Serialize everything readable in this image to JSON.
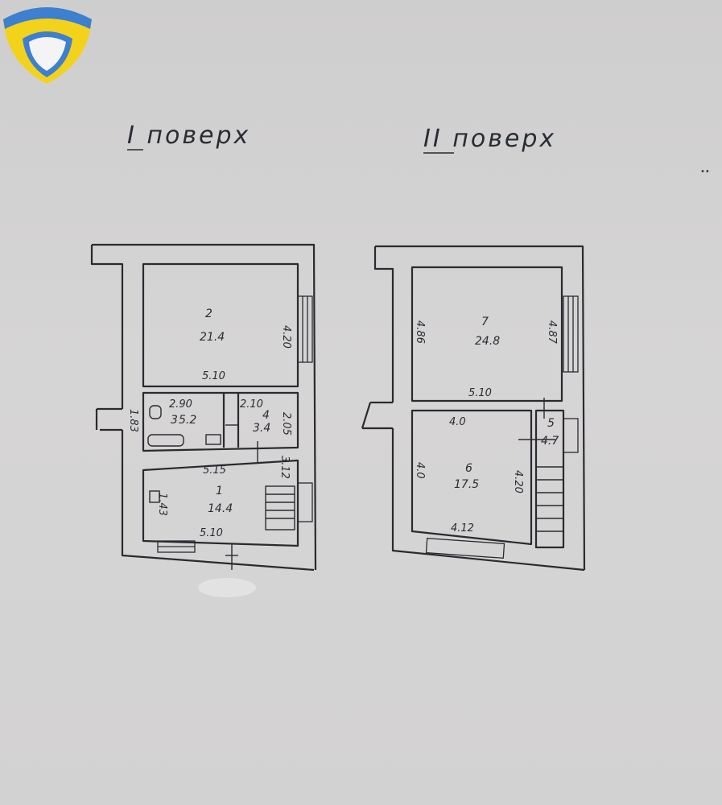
{
  "logo": {
    "name": "shield-logo",
    "colors": {
      "blue": "#3d7fd0",
      "yellow": "#f3d21c",
      "white": "#f4f4f4"
    }
  },
  "floors": [
    {
      "title": "I поверх",
      "rooms": [
        {
          "id": "2",
          "number": "2",
          "area": "21.4",
          "width": "5.10",
          "depth": "4.20"
        },
        {
          "id": "3",
          "number": "3",
          "area": "5.2",
          "width": "2.90"
        },
        {
          "id": "4",
          "number": "4",
          "area": "3.4",
          "width": "2.10",
          "depth": "2.05"
        },
        {
          "id": "1",
          "number": "1",
          "area": "14.4",
          "width_top": "5.15",
          "width_bottom": "5.10",
          "depth": "3.12",
          "depth_left": "1.43"
        }
      ],
      "extra_dims": {
        "left_entry": "1.83"
      }
    },
    {
      "title": "II поверх",
      "rooms": [
        {
          "id": "7",
          "number": "7",
          "area": "24.8",
          "width": "5.10",
          "depth_left": "4.86",
          "depth_right": "4.87"
        },
        {
          "id": "6",
          "number": "6",
          "area": "17.5",
          "width_top": "4.0",
          "width_bottom": "4.12",
          "depth_left": "4.0",
          "depth_right": "4.20"
        },
        {
          "id": "5",
          "number": "5",
          "area": "4.7"
        }
      ]
    }
  ]
}
